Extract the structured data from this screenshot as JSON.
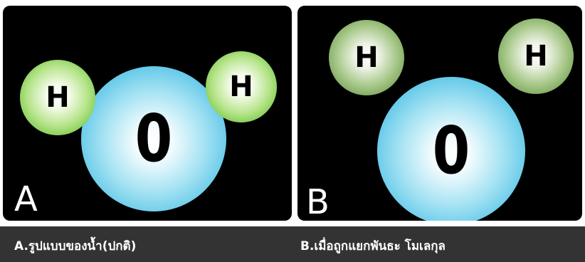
{
  "panel_a": {
    "letter": "A",
    "h_left": "H",
    "h_right": "H",
    "oxygen": "0"
  },
  "panel_b": {
    "letter": "B",
    "h_left": "H",
    "h_right": "H",
    "oxygen": "0"
  },
  "captions": {
    "a": "A.รูปแบบของน้ำ(ปกติ)",
    "b": "B.เมื่อถูกแยกพันธะ โมเลกุล"
  },
  "colors": {
    "panel_background": "#000000",
    "caption_bar": "#333333",
    "hydrogen_a": "#6cc23a",
    "hydrogen_b": "#6e9a4c",
    "oxygen": "#35b4df"
  }
}
